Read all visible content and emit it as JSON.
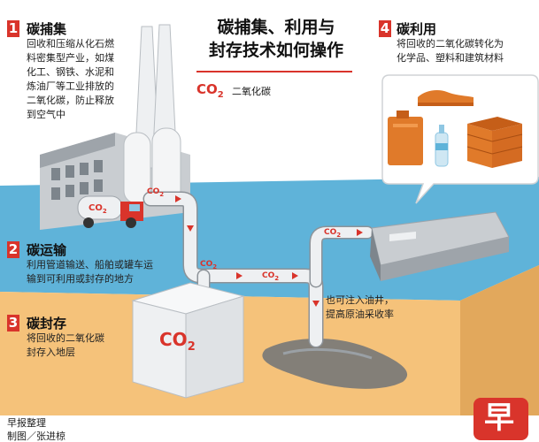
{
  "title": "碳捕集、利用与\n封存技术如何操作",
  "legend": {
    "symbol_main": "CO",
    "symbol_sub": "2",
    "label": "二氧化碳"
  },
  "steps": [
    {
      "num": "1",
      "title": "碳捕集",
      "body": "回收和压缩从化石燃\n料密集型产业，如煤\n化工、钢铁、水泥和\n炼油厂等工业排放的\n二氧化碳，防止释放\n到空气中"
    },
    {
      "num": "2",
      "title": "碳运输",
      "body": "利用管道输送、船舶或罐车运\n输到可利用或封存的地方"
    },
    {
      "num": "3",
      "title": "碳封存",
      "body": "将回收的二氧化碳\n封存入地层"
    },
    {
      "num": "4",
      "title": "碳利用",
      "body": "将回收的二氧化碳转化为\n化学品、塑料和建筑材料"
    }
  ],
  "oil_note": "也可注入油井，\n提高原油采收率",
  "pipe_label": {
    "main": "CO",
    "sub": "2"
  },
  "tanker_label": {
    "main": "CO",
    "sub": "2"
  },
  "storage_label": {
    "main": "CO",
    "sub": "2"
  },
  "footer": "早报整理\n制图／张进椋",
  "logo_char": "早",
  "colors": {
    "accent": "#d9342b",
    "water": "#5fb3d9",
    "water_dark": "#3e95c3",
    "ground": "#f5c27a",
    "ground_dark": "#e2a85c",
    "pipe": "#eef0f2",
    "building": "#c9cdd1",
    "building_dark": "#9ea4aa"
  }
}
